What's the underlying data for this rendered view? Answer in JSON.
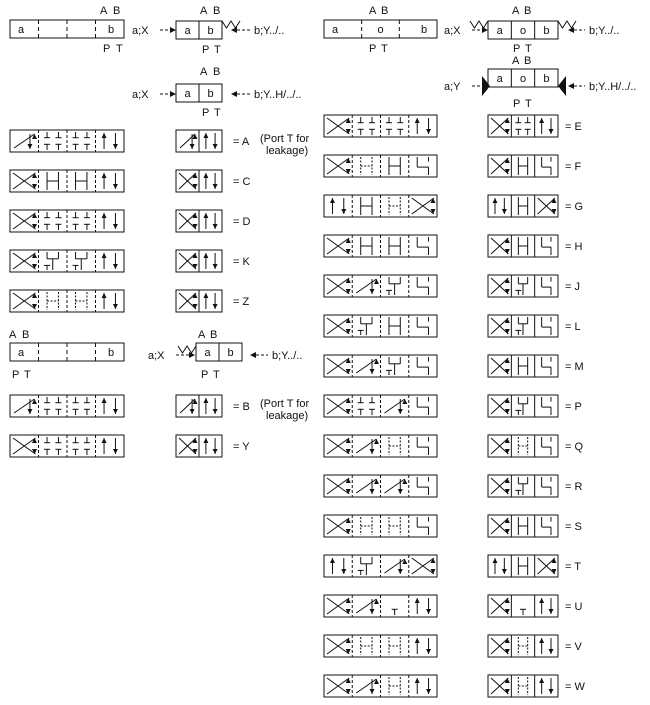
{
  "port_labels": {
    "a": "a",
    "b": "b",
    "o": "o",
    "A": "A",
    "B": "B",
    "P": "P",
    "T": "T"
  },
  "operators": {
    "x": "a;X",
    "y": "a;Y",
    "b_y": "b;Y../..",
    "b_y_h": "b;Y..H/../.."
  },
  "left_codes": [
    {
      "code": "= A",
      "note": "(Port T for leakage)"
    },
    {
      "code": "= C"
    },
    {
      "code": "= D"
    },
    {
      "code": "= K"
    },
    {
      "code": "= Z"
    }
  ],
  "left_codes_2": [
    {
      "code": "= B",
      "note": "(Port T for leakage)"
    },
    {
      "code": "= Y"
    }
  ],
  "right_codes": [
    "= E",
    "= F",
    "= G",
    "= H",
    "= J",
    "= L",
    "= M",
    "= P",
    "= Q",
    "= R",
    "= S",
    "= T",
    "= U",
    "= V",
    "= W"
  ],
  "colors": {
    "stroke": "#111111"
  }
}
